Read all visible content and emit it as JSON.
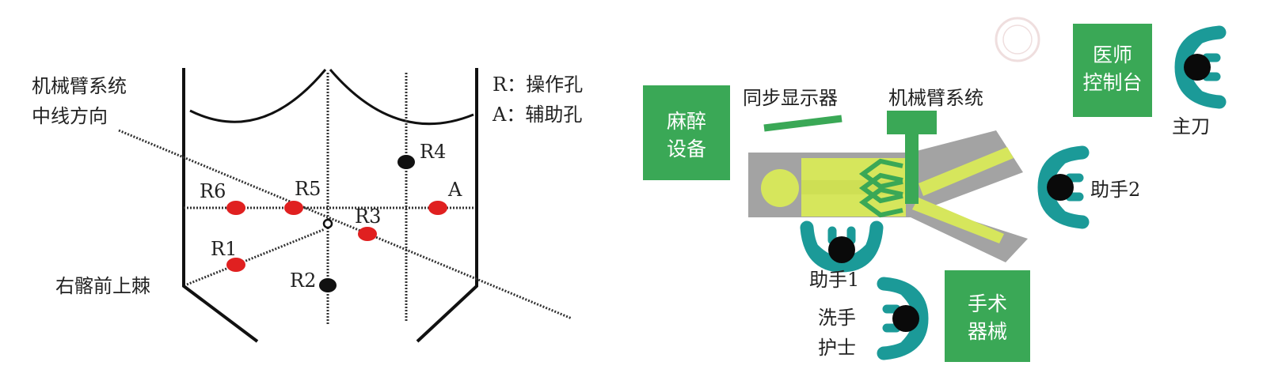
{
  "left_diagram": {
    "midline_label": [
      "机械臂系统",
      "中线方向"
    ],
    "legend": [
      "R：操作孔",
      "A：辅助孔"
    ],
    "landmark_label": "右髂前上棘",
    "ports": {
      "R1": "R1",
      "R2": "R2",
      "R3": "R3",
      "R4": "R4",
      "R5": "R5",
      "R6": "R6",
      "A": "A"
    },
    "colors": {
      "assist_port": "#e02020",
      "fixed_port": "#111111"
    }
  },
  "right_diagram": {
    "anesthesia": [
      "麻醉",
      "设备"
    ],
    "sync_display": "同步显示器",
    "robot_arm": "机械臂系统",
    "console": [
      "医师",
      "控制台"
    ],
    "surgeon": "主刀",
    "assistant2": "助手2",
    "assistant1": "助手1",
    "scrub_nurse": [
      "洗手",
      "护士"
    ],
    "instruments": [
      "手术",
      "器械"
    ],
    "colors": {
      "equipment": "#3aa856",
      "person": "#1b9a98",
      "patient": "#d6e65c",
      "table": "#a3a3a3"
    }
  }
}
